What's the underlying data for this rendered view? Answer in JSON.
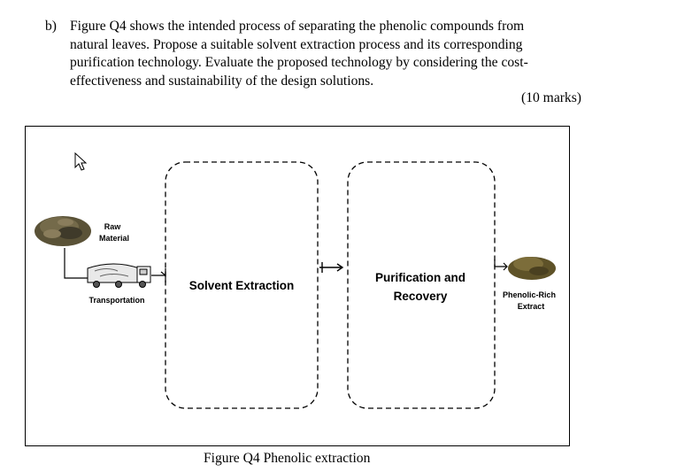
{
  "question": {
    "label": "b)",
    "lines": [
      "Figure Q4 shows the intended process of separating the phenolic compounds from",
      "natural leaves. Propose a suitable solvent extraction process and its corresponding",
      "purification technology. Evaluate the proposed technology by considering the cost-",
      "effectiveness and sustainability of the design solutions."
    ],
    "marks": "(10 marks)"
  },
  "figure": {
    "raw_material": [
      "Raw",
      "Material"
    ],
    "transportation": "Transportation",
    "solvent_extraction": "Solvent Extraction",
    "purification": [
      "Purification and",
      "Recovery"
    ],
    "product": [
      "Phenolic-Rich",
      "Extract"
    ],
    "caption": "Figure Q4 Phenolic extraction",
    "colors": {
      "soil_dark": "#3f3a2a",
      "soil_light": "#8a7d5c",
      "product_soil": "#5e5228",
      "line": "#000000"
    }
  }
}
